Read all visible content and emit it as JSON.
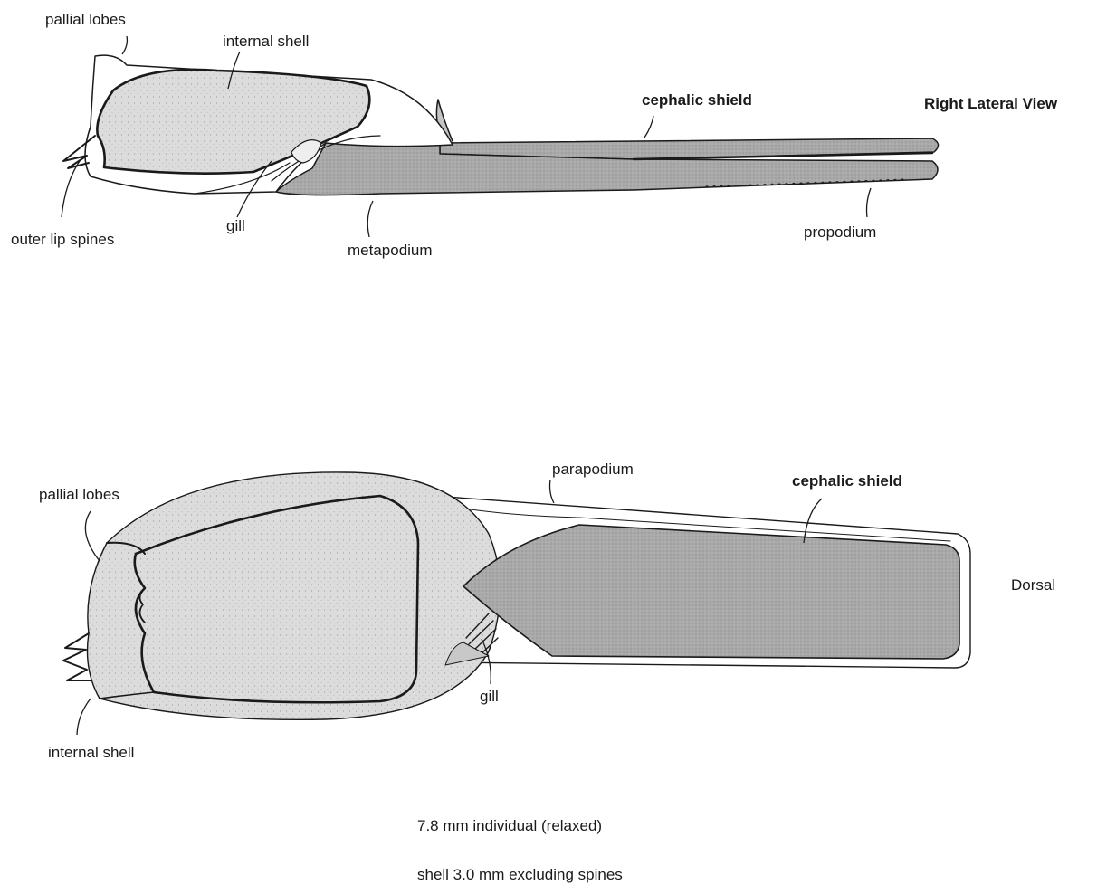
{
  "lateral_view": {
    "view_label": "Right Lateral View",
    "labels": {
      "pallial_lobes": "pallial lobes",
      "internal_shell": "internal shell",
      "cephalic_shield": "cephalic shield",
      "outer_lip_spines": "outer lip spines",
      "gill": "gill",
      "metapodium": "metapodium",
      "propodium": "propodium"
    }
  },
  "dorsal_view": {
    "view_label": "Dorsal",
    "labels": {
      "pallial_lobes": "pallial lobes",
      "parapodium": "parapodium",
      "cephalic_shield": "cephalic shield",
      "gill": "gill",
      "internal_shell": "internal shell"
    }
  },
  "caption": {
    "line1": "7.8 mm individual (relaxed)",
    "line2": "shell 3.0 mm excluding spines"
  },
  "colors": {
    "ink": "#1a1a1a",
    "shell_stipple": "#d9d9d9",
    "foot_shade": "#a8a8a8",
    "shield_shade": "#9a9a9a"
  }
}
